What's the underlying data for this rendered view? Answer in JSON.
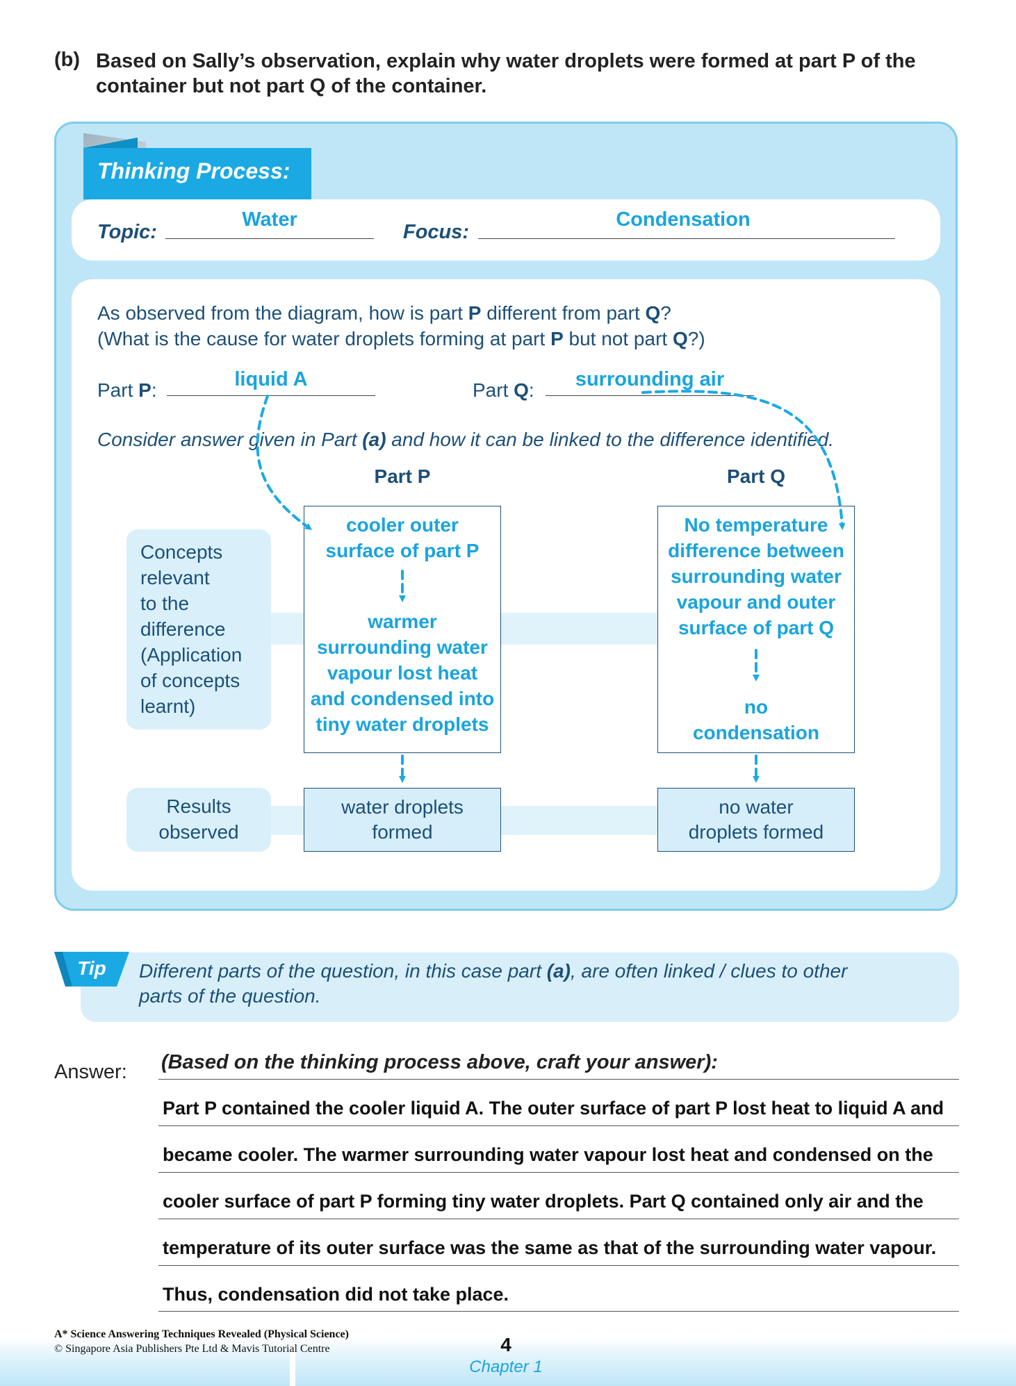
{
  "question": {
    "label": "(b)",
    "text": "Based on Sally’s observation, explain why water droplets were formed at part P of the container but not part Q of the container."
  },
  "thinking": {
    "tab_title": "Thinking Process:",
    "topic_label": "Topic:",
    "topic_value": "Water",
    "focus_label": "Focus:",
    "focus_value": "Condensation",
    "prompt_line1_a": "As observed from the diagram, how is part ",
    "prompt_line1_b": "P",
    "prompt_line1_c": " different from part ",
    "prompt_line1_d": "Q",
    "prompt_line1_e": "?",
    "prompt_line2_a": "(What is the cause for water droplets forming at part ",
    "prompt_line2_b": "P",
    "prompt_line2_c": " but not part ",
    "prompt_line2_d": "Q",
    "prompt_line2_e": "?)",
    "part_p_label": "Part ",
    "part_p_letter": "P",
    "part_p_colon": ":",
    "part_p_value": "liquid A",
    "part_q_label": "Part ",
    "part_q_letter": "Q",
    "part_q_colon": ":",
    "part_q_value": "surrounding air",
    "consider_a": "Consider answer given in Part ",
    "consider_b": "(a)",
    "consider_c": " and how it can be linked to the difference identified.",
    "col_p_head": "Part P",
    "col_q_head": "Part Q",
    "concepts_lines": [
      "Concepts",
      "relevant",
      "to the",
      "difference",
      "(Application",
      "of concepts",
      "learnt)"
    ],
    "results_lines": [
      "Results",
      "observed"
    ],
    "p_top_lines": [
      "cooler outer",
      "surface of part P"
    ],
    "p_bottom_lines": [
      "warmer",
      "surrounding water",
      "vapour lost heat",
      "and condensed into",
      "tiny water droplets"
    ],
    "q_top_lines": [
      "No temperature",
      "difference between",
      "surrounding water",
      "vapour and outer",
      "surface of part Q"
    ],
    "q_bottom_lines": [
      "no",
      "condensation"
    ],
    "p_result_lines": [
      "water droplets",
      "formed"
    ],
    "q_result_lines": [
      "no water",
      "droplets formed"
    ]
  },
  "tip": {
    "badge": "Tip",
    "line1_a": "Different parts of the question, in this case part ",
    "line1_b": "(a)",
    "line1_c": ", are often linked / clues to other",
    "line2": "parts of the question."
  },
  "answer": {
    "label": "Answer:",
    "heading": "(Based on the thinking process above, craft your answer):",
    "lines": [
      "Part P contained the cooler liquid A. The outer surface of part P lost heat to liquid A and",
      "became cooler. The warmer surrounding water vapour lost heat and condensed on the",
      "cooler surface of part P forming tiny water droplets. Part Q contained only air and the",
      "temperature of its outer surface was the same as that of the surrounding water vapour.",
      "Thus, condensation did not take place."
    ]
  },
  "footer": {
    "book_title": "A* Science Answering Techniques Revealed (Physical Science)",
    "copyright": "© Singapore Asia Publishers Pte Ltd & Mavis Tutorial Centre",
    "page_number": "4",
    "chapter": "Chapter 1"
  },
  "colors": {
    "accent": "#19a4dd",
    "panel": "#bfe6f7",
    "dark_text": "#1c4f78"
  }
}
